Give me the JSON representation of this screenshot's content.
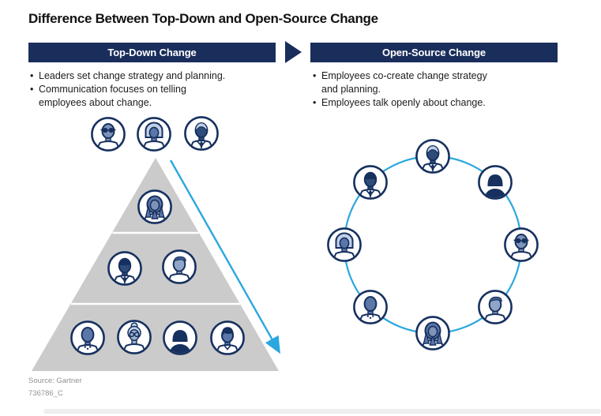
{
  "page": {
    "title": "Difference Between Top-Down and Open-Source Change",
    "source": "Source: Gartner",
    "doc_id": "736786_C",
    "bullet_char": "•"
  },
  "colors": {
    "navy": "#16305F",
    "header_bar": "#1A2E5C",
    "arrow_blue": "#2AA7DE",
    "ring_blue": "#2AA7DE",
    "pyramid_gray": "#CBCBCB",
    "divider_white": "#FFFFFF",
    "mid_blue": "#5B76A8",
    "light_blue": "#C2D1E8",
    "steel_blue": "#7E93B8",
    "text_dark": "#1C1C1C",
    "source_gray": "#8F9296"
  },
  "top_down": {
    "header": "Top-Down Change",
    "bullets": [
      "Leaders set change strategy and planning.",
      "Communication focuses on telling\nemployees about change."
    ],
    "leaders_row": [
      "glasses",
      "bob",
      "suit"
    ],
    "pyramid_tiers": [
      [
        "longhair"
      ],
      [
        "tiedark",
        "swoop"
      ],
      [
        "necklace",
        "bun",
        "dark",
        "sideswept"
      ]
    ]
  },
  "open_source": {
    "header": "Open-Source Change",
    "bullets": [
      "Employees co-create change strategy\nand planning.",
      "Employees talk openly about change."
    ],
    "ring_people": [
      "suit",
      "dark",
      "glasses",
      "swoop",
      "longhair",
      "necklace",
      "bob",
      "tiedark"
    ]
  }
}
